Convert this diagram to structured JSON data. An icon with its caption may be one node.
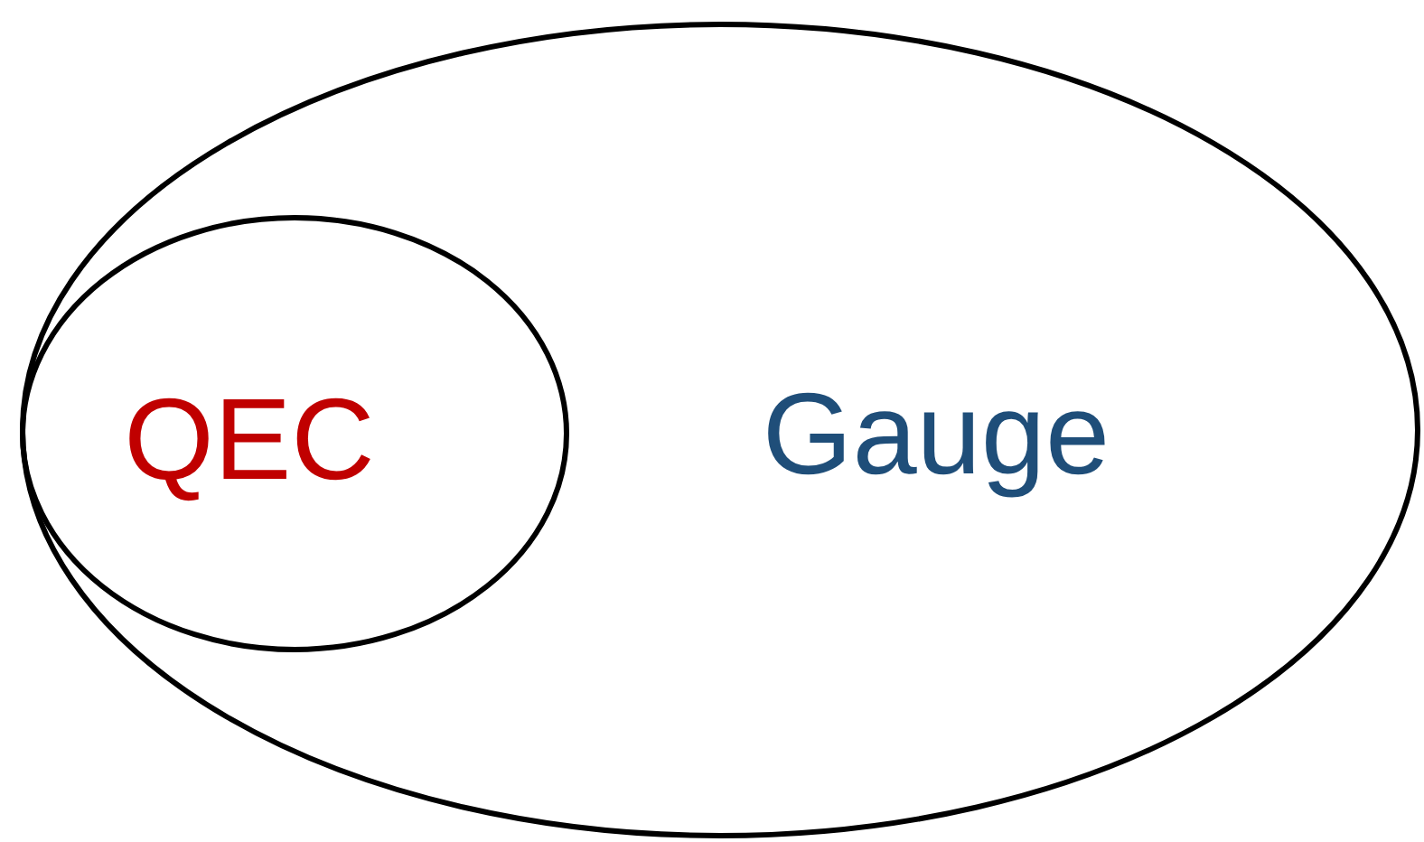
{
  "diagram": {
    "nodes": [
      {
        "text": [
          "Gauge"
        ]
      },
      {
        "text": [
          "QEC"
        ],
        "in": 0
      }
    ]
  }
}
